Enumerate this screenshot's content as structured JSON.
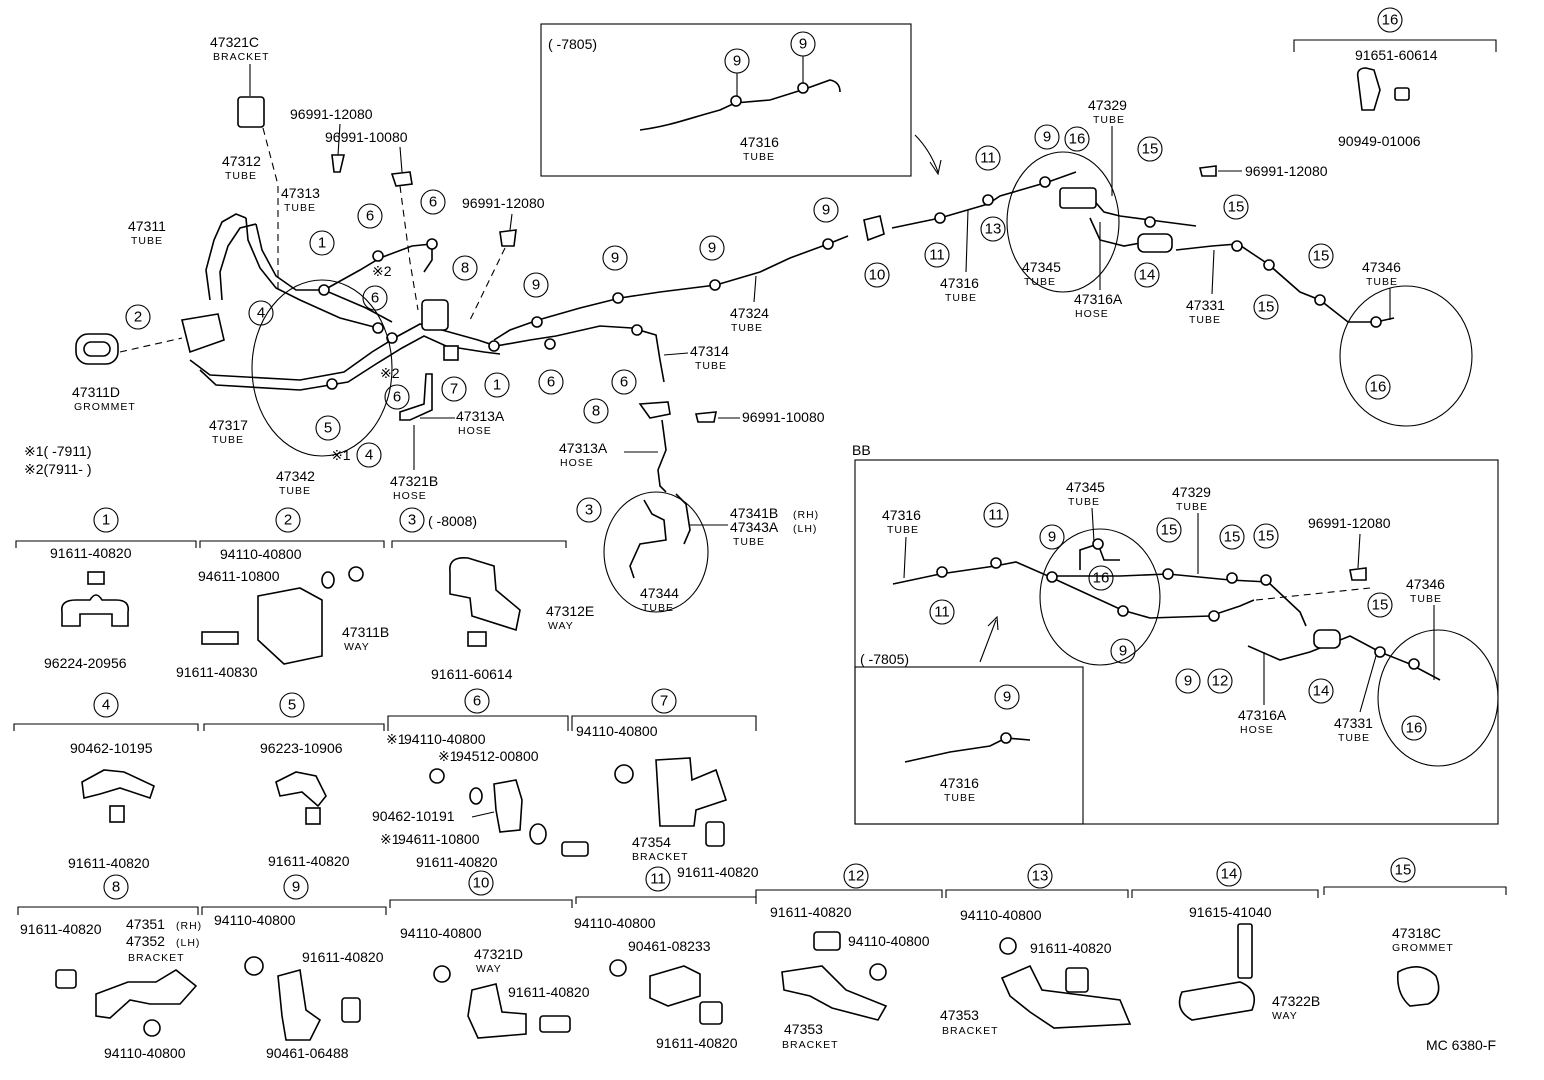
{
  "doc_code": "MC 6380-F",
  "notes": {
    "n1": "※1(     -7911)",
    "n2": "※2(7911-     )"
  },
  "callout_numbers": [
    "1",
    "2",
    "3",
    "4",
    "5",
    "6",
    "7",
    "8",
    "9",
    "10",
    "11",
    "12",
    "13",
    "14",
    "15",
    "16"
  ],
  "mark2": "※2",
  "mark1": "※1",
  "main": {
    "p47321C": {
      "pn": "47321C",
      "name": "BRACKET"
    },
    "p96991_12080_a": "96991-12080",
    "p96991_10080_a": "96991-10080",
    "p47312": {
      "pn": "47312",
      "name": "TUBE"
    },
    "p47313": {
      "pn": "47313",
      "name": "TUBE"
    },
    "p47311": {
      "pn": "47311",
      "name": "TUBE"
    },
    "p96991_12080_b": "96991-12080",
    "p47311D": {
      "pn": "47311D",
      "name": "GROMMET"
    },
    "p47317": {
      "pn": "47317",
      "name": "TUBE"
    },
    "p47342": {
      "pn": "47342",
      "name": "TUBE"
    },
    "p47313A_a": {
      "pn": "47313A",
      "name": "HOSE"
    },
    "p47321B": {
      "pn": "47321B",
      "name": "HOSE"
    },
    "p47314": {
      "pn": "47314",
      "name": "TUBE"
    },
    "p96991_10080_b": "96991-10080",
    "p47313A_b": {
      "pn": "47313A",
      "name": "HOSE"
    },
    "p47341B": "47341B",
    "p47341B_side": "(RH)",
    "p47343A": "47343A",
    "p47343A_side": "(LH)",
    "p4734x_name": "TUBE",
    "p47344": {
      "pn": "47344",
      "name": "TUBE"
    },
    "p47324": {
      "pn": "47324",
      "name": "TUBE"
    },
    "p47316": {
      "pn": "47316",
      "name": "TUBE"
    },
    "p47329": {
      "pn": "47329",
      "name": "TUBE"
    },
    "p96991_12080_c": "96991-12080",
    "p47345": {
      "pn": "47345",
      "name": "TUBE"
    },
    "p47316A": {
      "pn": "47316A",
      "name": "HOSE"
    },
    "p47331": {
      "pn": "47331",
      "name": "TUBE"
    },
    "p47346": {
      "pn": "47346",
      "name": "TUBE"
    }
  },
  "inset_top": {
    "range": "(        -7805)",
    "tube": {
      "pn": "47316",
      "name": "TUBE"
    }
  },
  "inset_16": {
    "bolt": "91651-60614",
    "clip": "90949-01006"
  },
  "bb": {
    "title": "BB",
    "p47316": {
      "pn": "47316",
      "name": "TUBE"
    },
    "p47345": {
      "pn": "47345",
      "name": "TUBE"
    },
    "p47329": {
      "pn": "47329",
      "name": "TUBE"
    },
    "p96991_12080": "96991-12080",
    "p47346": {
      "pn": "47346",
      "name": "TUBE"
    },
    "p47316A": {
      "pn": "47316A",
      "name": "HOSE"
    },
    "p47331": {
      "pn": "47331",
      "name": "TUBE"
    },
    "sub_range": "(        -7805)",
    "sub_tube": {
      "pn": "47316",
      "name": "TUBE"
    }
  },
  "details": {
    "d1": {
      "a": "91611-40820",
      "b": "96224-20956"
    },
    "d2": {
      "a": "94110-40800",
      "b": "94611-10800",
      "c": "47311B",
      "c_name": "WAY",
      "d": "91611-40830"
    },
    "d3": {
      "range": "(      -8008)",
      "a": "47312E",
      "a_name": "WAY",
      "b": "91611-60614"
    },
    "d4": {
      "a": "90462-10195",
      "b": "91611-40820"
    },
    "d5": {
      "a": "96223-10906",
      "b": "91611-40820"
    },
    "d6": {
      "a": "94110-40800",
      "b": "94512-00800",
      "c": "90462-10191",
      "d": "94611-10800",
      "e": "91611-40820"
    },
    "d7": {
      "a": "94110-40800",
      "b": "47354",
      "b_name": "BRACKET",
      "c": "91611-40820"
    },
    "d8": {
      "a": "91611-40820",
      "b": "47351",
      "b_side": "(RH)",
      "c": "47352",
      "c_side": "(LH)",
      "bc_name": "BRACKET",
      "d": "94110-40800"
    },
    "d9": {
      "a": "94110-40800",
      "b": "91611-40820",
      "c": "90461-06488"
    },
    "d10": {
      "a": "94110-40800",
      "b": "47321D",
      "b_name": "WAY",
      "c": "91611-40820"
    },
    "d11": {
      "a": "94110-40800",
      "b": "90461-08233",
      "c": "91611-40820"
    },
    "d12": {
      "a": "91611-40820",
      "b": "94110-40800",
      "c": "47353",
      "c_name": "BRACKET"
    },
    "d13": {
      "a": "94110-40800",
      "b": "91611-40820",
      "c": "47353",
      "c_name": "BRACKET"
    },
    "d14": {
      "a": "91615-41040",
      "b": "47322B",
      "b_name": "WAY"
    },
    "d15": {
      "a": "47318C",
      "a_name": "GROMMET"
    }
  }
}
